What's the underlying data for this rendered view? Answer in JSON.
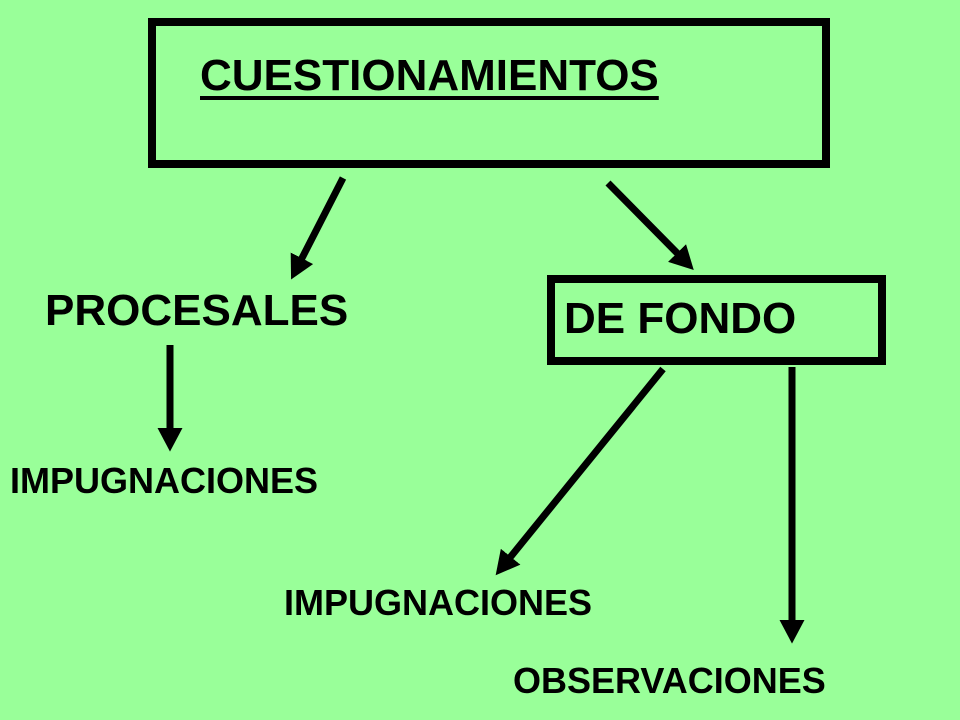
{
  "diagram": {
    "background_color": "#99FF99",
    "stroke_color": "#000000",
    "root": {
      "text": "CUESTIONAMIENTOS"
    },
    "procesales": {
      "text": "PROCESALES"
    },
    "de_fondo": {
      "text": "DE FONDO"
    },
    "procesales_child": {
      "text": "IMPUGNACIONES"
    },
    "de_fondo_children": [
      {
        "text": "IMPUGNACIONES"
      },
      {
        "text": "OBSERVACIONES"
      }
    ],
    "edges": [
      {
        "from": "CUESTIONAMIENTOS",
        "to": "PROCESALES"
      },
      {
        "from": "CUESTIONAMIENTOS",
        "to": "DE FONDO"
      },
      {
        "from": "PROCESALES",
        "to": "IMPUGNACIONES"
      },
      {
        "from": "DE FONDO",
        "to": "IMPUGNACIONES"
      },
      {
        "from": "DE FONDO",
        "to": "OBSERVACIONES"
      }
    ]
  }
}
